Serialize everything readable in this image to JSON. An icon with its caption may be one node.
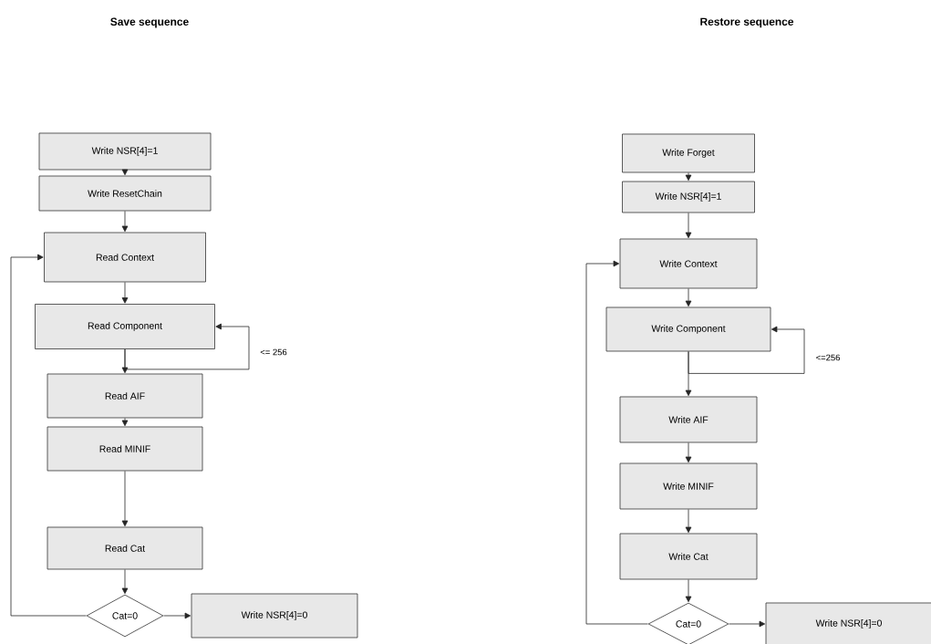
{
  "diagram": {
    "nodes": [
      {
        "text": [
          "Write NSR[4]=1"
        ]
      },
      {
        "text": [
          "Write ResetChain"
        ]
      },
      {
        "text": [
          "Read Context"
        ]
      },
      {
        "text": [
          "Read Component"
        ]
      },
      {
        "text": [
          "Read AIF"
        ]
      },
      {
        "text": [
          "Read MINIF"
        ]
      },
      {
        "text": [
          "Read Cat"
        ]
      },
      {
        "text": [
          "Cat=0"
        ]
      },
      {
        "text": [
          "Write NSR[4]=0"
        ]
      },
      {
        "text": [
          "Write Forget"
        ]
      },
      {
        "text": [
          "Write NSR[4]=1"
        ]
      },
      {
        "text": [
          "Write Context"
        ]
      },
      {
        "text": [
          "Write Component"
        ]
      },
      {
        "text": [
          "Write AIF"
        ]
      },
      {
        "text": [
          "Write MINIF"
        ]
      },
      {
        "text": [
          "Write Cat"
        ]
      },
      {
        "text": [
          "Cat=0"
        ]
      },
      {
        "text": [
          "Write NSR[4]=0"
        ]
      }
    ],
    "edges": [
      {
        "from": 0,
        "to": 1,
        "arrow": "to"
      },
      {
        "from": 1,
        "to": 2,
        "arrow": "to"
      },
      {
        "from": 2,
        "to": 3,
        "arrow": "to"
      },
      {
        "from": 3,
        "to": 3,
        "arrow": "to",
        "label": "<= 256"
      },
      {
        "from": 3,
        "to": 4,
        "arrow": "to"
      },
      {
        "from": 4,
        "to": 5,
        "arrow": "to"
      },
      {
        "from": 5,
        "to": 6,
        "arrow": "to"
      },
      {
        "from": 6,
        "to": 7,
        "arrow": "to"
      },
      {
        "from": 7,
        "to": 8,
        "arrow": "to"
      },
      {
        "from": 7,
        "to": 2,
        "arrow": "to"
      },
      {
        "from": 9,
        "to": 10,
        "arrow": "to"
      },
      {
        "from": 10,
        "to": 11,
        "arrow": "to"
      },
      {
        "from": 11,
        "to": 12,
        "arrow": "to"
      },
      {
        "from": 12,
        "to": 12,
        "arrow": "to",
        "label": "<=256"
      },
      {
        "from": 12,
        "to": 13,
        "arrow": "to"
      },
      {
        "from": 13,
        "to": 14,
        "arrow": "to"
      },
      {
        "from": 14,
        "to": 15,
        "arrow": "to"
      },
      {
        "from": 15,
        "to": 16,
        "arrow": "to"
      },
      {
        "from": 16,
        "to": 17,
        "arrow": "to"
      },
      {
        "from": 16,
        "to": 11,
        "arrow": "to"
      }
    ],
    "labels": [
      "Save sequence",
      "Restore sequence"
    ]
  }
}
